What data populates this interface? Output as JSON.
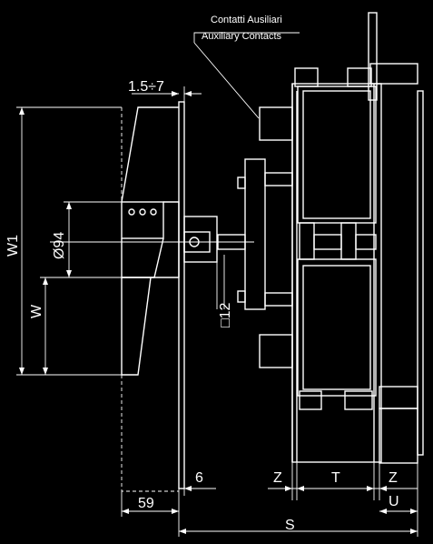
{
  "labels": {
    "contatti": "Contatti Ausiliari",
    "auxiliary": "Auxiliary Contacts",
    "gap": "1.5÷7",
    "w1": "W1",
    "w": "W",
    "dia94": "Ø94",
    "sq12": "□12",
    "d6": "6",
    "d59": "59",
    "z1": "Z",
    "t": "T",
    "z2": "Z",
    "u": "U",
    "s": "S"
  }
}
